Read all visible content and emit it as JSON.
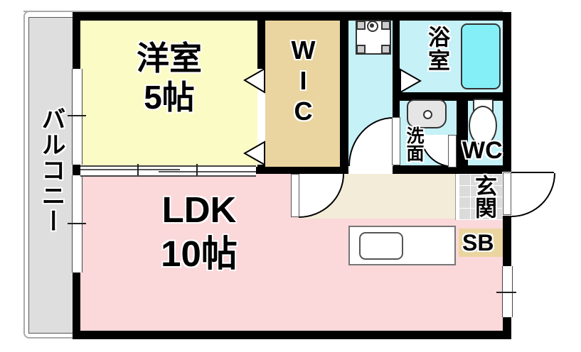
{
  "plan": {
    "type": "apartment-floor-plan",
    "wall_color": "#000000",
    "rooms": {
      "balcony": {
        "label": "バルコニー",
        "color": "#dedede"
      },
      "western_room": {
        "label": "洋室",
        "size": "5帖",
        "color": "#fbfbc5"
      },
      "wic": {
        "label": "WIC",
        "color": "#ead5a0"
      },
      "bathroom": {
        "label": "浴室",
        "color": "#c5f1f7"
      },
      "washroom": {
        "label": "洗面",
        "color": "#c5f1f7"
      },
      "toilet": {
        "label": "WC",
        "color": "#c5f1f7"
      },
      "entrance": {
        "label": "玄関",
        "color": "#dbdbdb"
      },
      "shoe_box": {
        "label": "SB",
        "color": "#ead5a0"
      },
      "ldk": {
        "label": "LDK",
        "size": "10帖",
        "color": "#fbd8da"
      },
      "laundry_hall": {
        "color": "#c5f1f7"
      },
      "hallway": {
        "color": "#f3ecd9"
      }
    },
    "fixtures": [
      "bathtub-icon",
      "toilet-icon",
      "washbasin-icon",
      "washer-pan-icon",
      "kitchen-sink-icon"
    ],
    "accent_colors": {
      "bathtub": "#85eff7"
    }
  }
}
